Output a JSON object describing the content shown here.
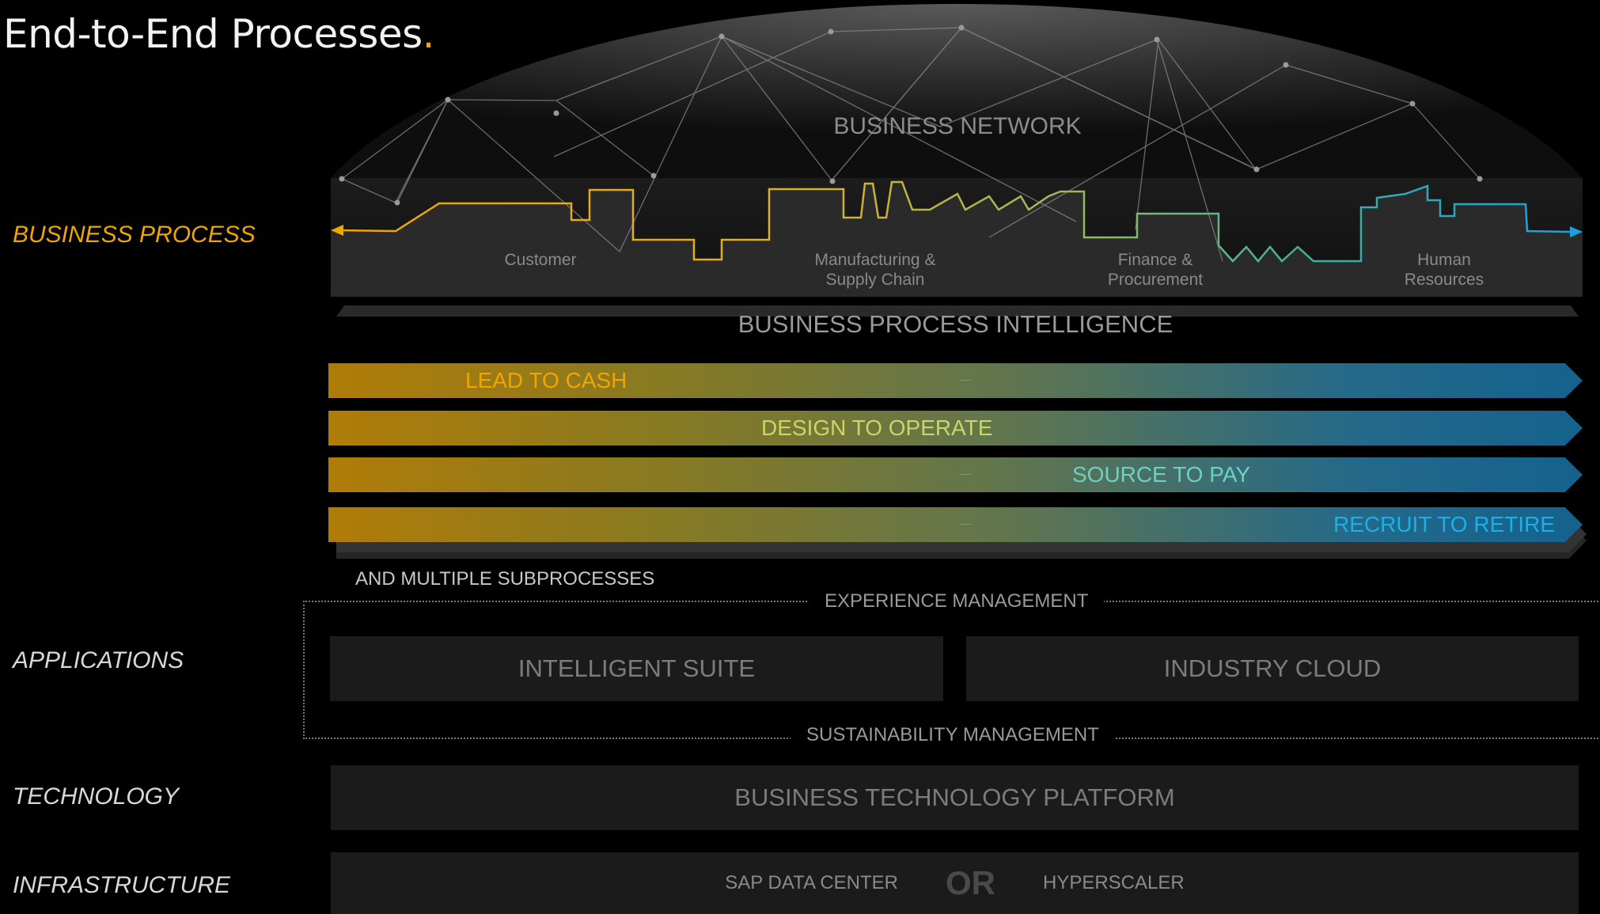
{
  "title": {
    "text": "End-to-End Processes",
    "dot": "."
  },
  "left_labels": {
    "business_process": "BUSINESS PROCESS",
    "applications": "APPLICATIONS",
    "technology": "TECHNOLOGY",
    "infrastructure": "INFRASTRUCTURE"
  },
  "network": {
    "label": "BUSINESS NETWORK"
  },
  "domains": {
    "customer": "Customer",
    "manufacturing_l1": "Manufacturing &",
    "manufacturing_l2": "Supply Chain",
    "finance_l1": "Finance &",
    "finance_l2": "Procurement",
    "hr_l1": "Human",
    "hr_l2": "Resources"
  },
  "bpi": {
    "label": "BUSINESS PROCESS INTELLIGENCE"
  },
  "flows": [
    {
      "label": "LEAD TO CASH",
      "color": "#f0a500"
    },
    {
      "label": "DESIGN TO OPERATE",
      "color": "#c9d66a"
    },
    {
      "label": "SOURCE TO PAY",
      "color": "#6fd0c0"
    },
    {
      "label": "RECRUIT TO RETIRE",
      "color": "#1ab0e8"
    }
  ],
  "subprocesses": "AND MULTIPLE SUBPROCESSES",
  "experience_management": "EXPERIENCE MANAGEMENT",
  "sustainability_management": "SUSTAINABILITY MANAGEMENT",
  "applications": {
    "intelligent_suite": "INTELLIGENT SUITE",
    "industry_cloud": "INDUSTRY CLOUD"
  },
  "technology": {
    "platform": "BUSINESS TECHNOLOGY PLATFORM"
  },
  "infrastructure": {
    "data_center": "SAP DATA CENTER",
    "or": "OR",
    "hyperscaler": "HYPERSCALER"
  },
  "colors": {
    "accent": "#f0a500",
    "background": "#000000",
    "panel": "#1b1b1b",
    "cyan": "#1ab0e8"
  }
}
